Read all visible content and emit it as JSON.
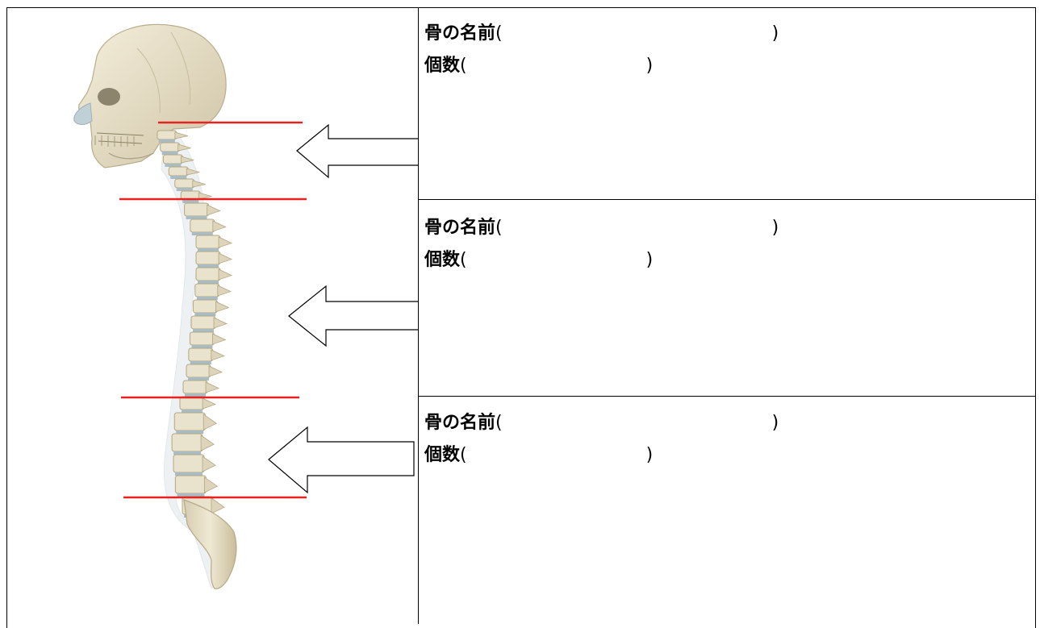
{
  "worksheet": {
    "rows": [
      {
        "name_label": "骨の名前",
        "count_label": "個数",
        "open_paren": "(",
        "close_paren": ")"
      },
      {
        "name_label": "骨の名前",
        "count_label": "個数",
        "open_paren": "(",
        "close_paren": ")"
      },
      {
        "name_label": "骨の名前",
        "count_label": "個数",
        "open_paren": "(",
        "close_paren": ")"
      }
    ]
  },
  "diagram": {
    "marker_color": "#e8231f",
    "bone_color": "#e9e2cc",
    "disc_color": "#a9bcc4"
  }
}
